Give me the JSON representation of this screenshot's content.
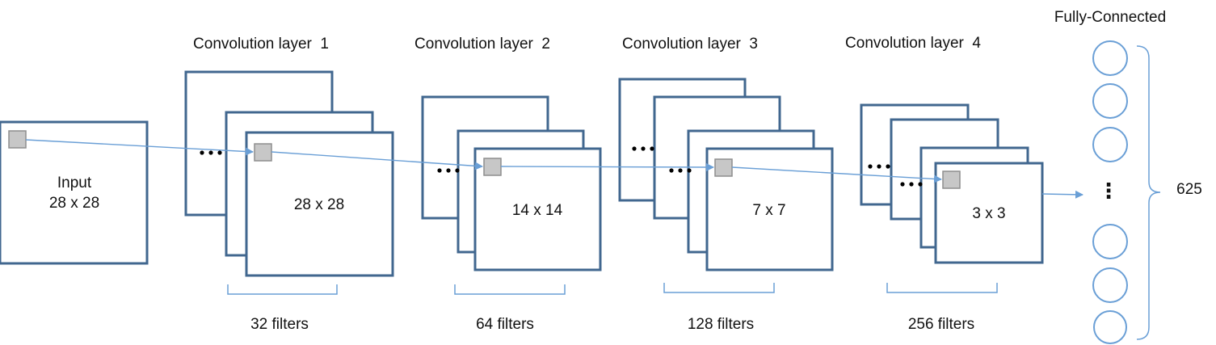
{
  "input": {
    "label": "Input",
    "size": "28 x 28"
  },
  "conv_layers": [
    {
      "title": "Convolution layer  1",
      "size": "28 x 28",
      "filters": "32 filters"
    },
    {
      "title": "Convolution layer  2",
      "size": "14 x 14",
      "filters": "64 filters"
    },
    {
      "title": "Convolution layer  3",
      "size": "7 x 7",
      "filters": "128 filters"
    },
    {
      "title": "Convolution layer  4",
      "size": "3 x 3",
      "filters": "256 filters"
    }
  ],
  "fully_connected": {
    "title": "Fully-Connected",
    "units": "625",
    "ellipsis": "⋮"
  },
  "colors": {
    "feature_map_border": "#41678f",
    "arrow": "#6a9fd6",
    "kernel": "#c7c7c7"
  }
}
